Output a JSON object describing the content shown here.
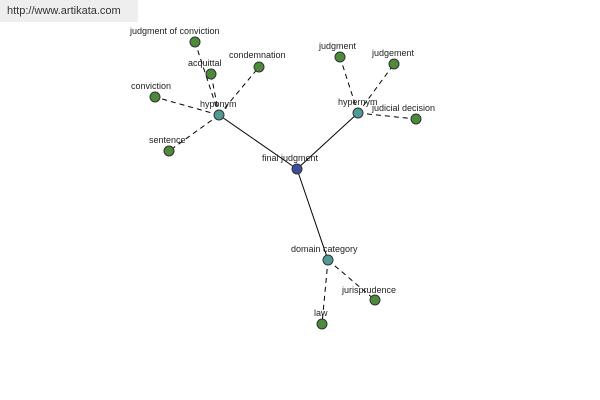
{
  "source_url": "http://www.artikata.com",
  "colors": {
    "center": "#3c4d9a",
    "relation": "#4e9a96",
    "leaf": "#4c8a3c"
  },
  "nodes": [
    {
      "id": "final",
      "label": "final judgment",
      "kind": "center"
    },
    {
      "id": "hyponym",
      "label": "hyponym",
      "kind": "relation"
    },
    {
      "id": "hypernym",
      "label": "hypernym",
      "kind": "relation"
    },
    {
      "id": "domain",
      "label": "domain category",
      "kind": "relation"
    },
    {
      "id": "judgment-of-conviction",
      "label": "judgment of conviction",
      "kind": "leaf"
    },
    {
      "id": "acquittal",
      "label": "acquittal",
      "kind": "leaf"
    },
    {
      "id": "condemnation",
      "label": "condemnation",
      "kind": "leaf"
    },
    {
      "id": "conviction",
      "label": "conviction",
      "kind": "leaf"
    },
    {
      "id": "sentence",
      "label": "sentence",
      "kind": "leaf"
    },
    {
      "id": "judgment",
      "label": "judgment",
      "kind": "leaf"
    },
    {
      "id": "judgement",
      "label": "judgement",
      "kind": "leaf"
    },
    {
      "id": "judicial-decision",
      "label": "judicial decision",
      "kind": "leaf"
    },
    {
      "id": "jurisprudence",
      "label": "jurisprudence",
      "kind": "leaf"
    },
    {
      "id": "law",
      "label": "law",
      "kind": "leaf"
    }
  ],
  "edges": [
    {
      "from": "final",
      "to": "hyponym",
      "style": "solid"
    },
    {
      "from": "final",
      "to": "hypernym",
      "style": "solid"
    },
    {
      "from": "final",
      "to": "domain",
      "style": "solid"
    },
    {
      "from": "hyponym",
      "to": "judgment-of-conviction",
      "style": "dashed"
    },
    {
      "from": "hyponym",
      "to": "acquittal",
      "style": "dashed"
    },
    {
      "from": "hyponym",
      "to": "condemnation",
      "style": "dashed"
    },
    {
      "from": "hyponym",
      "to": "conviction",
      "style": "dashed"
    },
    {
      "from": "hyponym",
      "to": "sentence",
      "style": "dashed"
    },
    {
      "from": "hypernym",
      "to": "judgment",
      "style": "dashed"
    },
    {
      "from": "hypernym",
      "to": "judgement",
      "style": "dashed"
    },
    {
      "from": "hypernym",
      "to": "judicial-decision",
      "style": "dashed"
    },
    {
      "from": "domain",
      "to": "jurisprudence",
      "style": "dashed"
    },
    {
      "from": "domain",
      "to": "law",
      "style": "dashed"
    }
  ]
}
